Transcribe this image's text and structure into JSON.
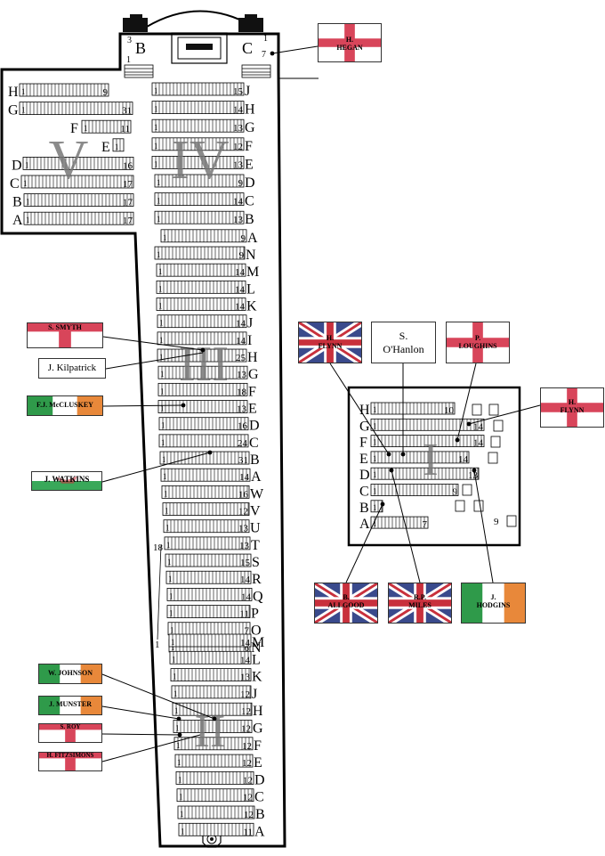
{
  "sections": {
    "one": "I",
    "two": "II",
    "three": "III",
    "four": "IV",
    "five": "V"
  },
  "stands": {
    "b": "B",
    "c": "C"
  },
  "corner_numbers": {
    "b_top": "3",
    "b_bottom": "1",
    "c_top": "1",
    "c_bottom": "7"
  },
  "section_iv_rows": [
    {
      "row": "J",
      "start": "1",
      "end": "15"
    },
    {
      "row": "H",
      "start": "1",
      "end": "14"
    },
    {
      "row": "G",
      "start": "1",
      "end": "13"
    },
    {
      "row": "F",
      "start": "1",
      "end": "12"
    },
    {
      "row": "E",
      "start": "1",
      "end": "13"
    },
    {
      "row": "D",
      "start": "1",
      "end": "9"
    },
    {
      "row": "C",
      "start": "1",
      "end": "14"
    },
    {
      "row": "B",
      "start": "1",
      "end": "13"
    },
    {
      "row": "A",
      "start": "1",
      "end": "9"
    }
  ],
  "section_v_rows": [
    {
      "row": "H",
      "start": "1",
      "end": "9"
    },
    {
      "row": "G",
      "start": "1",
      "end": "31"
    },
    {
      "row": "F",
      "start": "1",
      "end": "11"
    },
    {
      "row": "E",
      "start": "1",
      "end": ""
    },
    {
      "row": "D",
      "start": "1",
      "end": "16"
    },
    {
      "row": "C",
      "start": "1",
      "end": "17"
    },
    {
      "row": "B",
      "start": "1",
      "end": "17"
    },
    {
      "row": "A",
      "start": "1",
      "end": "17"
    }
  ],
  "section_iii_rows": [
    {
      "row": "N",
      "start": "1",
      "end": "9"
    },
    {
      "row": "M",
      "start": "1",
      "end": "14"
    },
    {
      "row": "L",
      "start": "1",
      "end": "14"
    },
    {
      "row": "K",
      "start": "1",
      "end": "14"
    },
    {
      "row": "J",
      "start": "1",
      "end": "14"
    },
    {
      "row": "I",
      "start": "1",
      "end": "14"
    },
    {
      "row": "H",
      "start": "1",
      "end": "25"
    },
    {
      "row": "G",
      "start": "1",
      "end": "13"
    },
    {
      "row": "F",
      "start": "1",
      "end": "18"
    },
    {
      "row": "E",
      "start": "1",
      "end": "13"
    },
    {
      "row": "D",
      "start": "1",
      "end": "16"
    },
    {
      "row": "C",
      "start": "1",
      "end": "24"
    },
    {
      "row": "B",
      "start": "1",
      "end": "31"
    },
    {
      "row": "A",
      "start": "1",
      "end": "14"
    },
    {
      "row": "W",
      "start": "1",
      "end": "16"
    },
    {
      "row": "V",
      "start": "1",
      "end": "12"
    },
    {
      "row": "U",
      "start": "1",
      "end": "13"
    },
    {
      "row": "T",
      "start": "1",
      "end": "13"
    },
    {
      "row": "S",
      "start": "1",
      "end": "15"
    },
    {
      "row": "R",
      "start": "1",
      "end": "14"
    },
    {
      "row": "Q",
      "start": "1",
      "end": "14"
    },
    {
      "row": "P",
      "start": "1",
      "end": "11"
    },
    {
      "row": "O",
      "start": "1",
      "end": "7"
    },
    {
      "row": "N",
      "start": "1",
      "end": "6"
    }
  ],
  "section_iii_side": {
    "top": "18",
    "bottom": "1"
  },
  "section_ii_rows": [
    {
      "row": "M",
      "start": "1",
      "end": "14"
    },
    {
      "row": "L",
      "start": "1",
      "end": "14"
    },
    {
      "row": "K",
      "start": "1",
      "end": "13"
    },
    {
      "row": "J",
      "start": "1",
      "end": "12"
    },
    {
      "row": "H",
      "start": "1",
      "end": "12"
    },
    {
      "row": "G",
      "start": "1",
      "end": "12"
    },
    {
      "row": "F",
      "start": "1",
      "end": "12"
    },
    {
      "row": "E",
      "start": "1",
      "end": "12"
    },
    {
      "row": "D",
      "start": "1",
      "end": "12"
    },
    {
      "row": "C",
      "start": "1",
      "end": "12"
    },
    {
      "row": "B",
      "start": "1",
      "end": "12"
    },
    {
      "row": "A",
      "start": "1",
      "end": "11"
    }
  ],
  "section_i_rows": [
    {
      "row": "H",
      "start": "1",
      "end": "10"
    },
    {
      "row": "G",
      "start": "1",
      "end": "14"
    },
    {
      "row": "F",
      "start": "1",
      "end": "14"
    },
    {
      "row": "E",
      "start": "1",
      "end": "14"
    },
    {
      "row": "D",
      "start": "1",
      "end": "13"
    },
    {
      "row": "C",
      "start": "1",
      "end": "9"
    },
    {
      "row": "B",
      "start": "1",
      "end": ""
    },
    {
      "row": "A",
      "start": "1",
      "end": "7"
    }
  ],
  "section_i_extra": {
    "a_right": "9"
  },
  "people": {
    "hegan": "H.\nHEGAN",
    "smyth": "S. SMYTH",
    "kilpatrick": "J. Kilpatrick",
    "mccluskey": "F.J. McCLUSKEY",
    "watkins": "J. WATKINS",
    "johnson": "W. JOHNSON",
    "munster": "J. MUNSTER",
    "roy": "S. ROY",
    "fitzsimons": "H. FITZSIMONS",
    "flynn_uk": "H.\nFLYNN",
    "ohanlon": "S.\nO'Hanlon",
    "loughins": "P.\nLOUGHINS",
    "flynn_ni": "H.\nFLYNN",
    "allgood": "B.\nALLGOOD",
    "miles": "R.P.\nMILES",
    "hodgins": "J.\nHODGINS"
  },
  "colors": {
    "ni_red": "#d8455a",
    "uk_blue": "#3a4a8c",
    "uk_red": "#c8303c",
    "irish_green": "#2f9a4a",
    "irish_orange": "#e8883a",
    "wales_green": "#39a85a",
    "section_numeral": "#777777"
  }
}
